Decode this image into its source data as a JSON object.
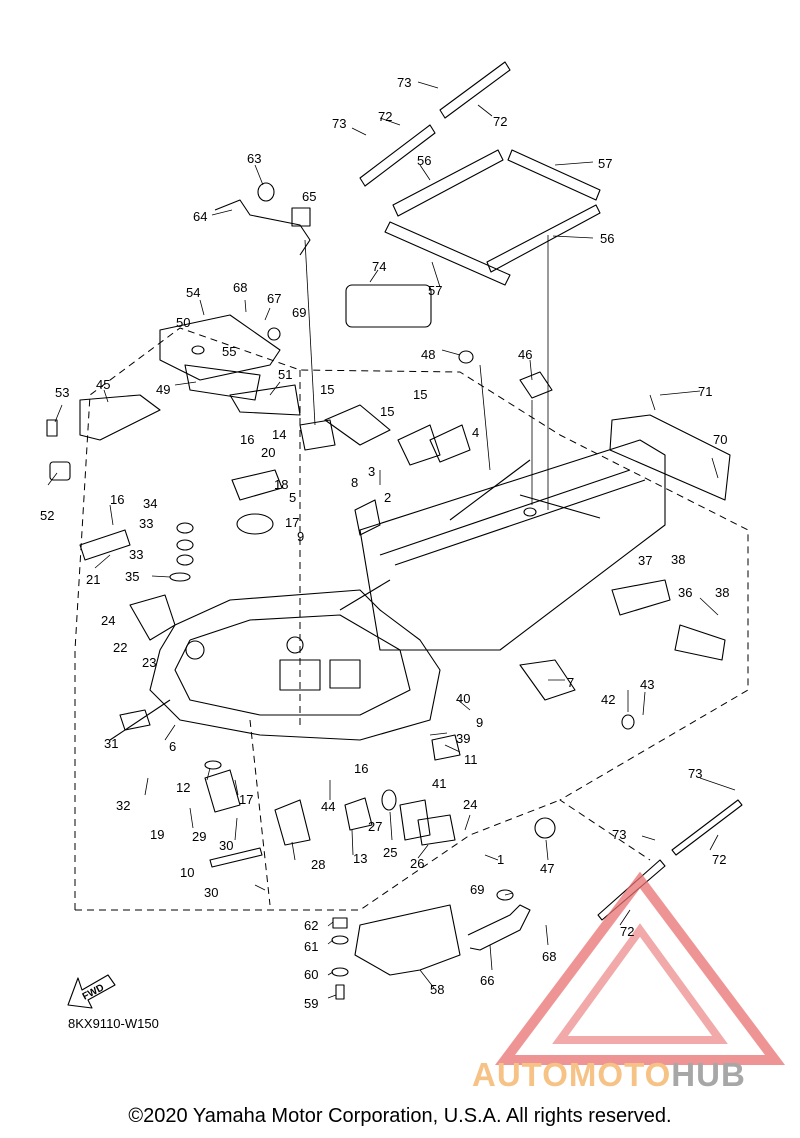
{
  "diagram": {
    "part_code": "8KX9110-W150",
    "fwd_label": "FWD",
    "copyright": "©2020 Yamaha Motor Corporation, U.S.A. All rights reserved.",
    "watermark": {
      "part1": "AUTO",
      "part2": "MOTO",
      "part3": "HUB",
      "colors": {
        "red": "#e87070",
        "orange": "#f6c285",
        "gray": "#a7a7a7"
      }
    },
    "callouts": [
      {
        "id": "73a",
        "label": "73"
      },
      {
        "id": "72a",
        "label": "72"
      },
      {
        "id": "73b",
        "label": "73"
      },
      {
        "id": "72b",
        "label": "72"
      },
      {
        "id": "63",
        "label": "63"
      },
      {
        "id": "56a",
        "label": "56"
      },
      {
        "id": "57a",
        "label": "57"
      },
      {
        "id": "65",
        "label": "65"
      },
      {
        "id": "64",
        "label": "64"
      },
      {
        "id": "56b",
        "label": "56"
      },
      {
        "id": "57b",
        "label": "57"
      },
      {
        "id": "74",
        "label": "74"
      },
      {
        "id": "54",
        "label": "54"
      },
      {
        "id": "68a",
        "label": "68"
      },
      {
        "id": "67",
        "label": "67"
      },
      {
        "id": "69a",
        "label": "69"
      },
      {
        "id": "50",
        "label": "50"
      },
      {
        "id": "55",
        "label": "55"
      },
      {
        "id": "48",
        "label": "48"
      },
      {
        "id": "46",
        "label": "46"
      },
      {
        "id": "53",
        "label": "53"
      },
      {
        "id": "45",
        "label": "45"
      },
      {
        "id": "49",
        "label": "49"
      },
      {
        "id": "51",
        "label": "51"
      },
      {
        "id": "15a",
        "label": "15"
      },
      {
        "id": "15b",
        "label": "15"
      },
      {
        "id": "15c",
        "label": "15"
      },
      {
        "id": "71",
        "label": "71"
      },
      {
        "id": "14",
        "label": "14"
      },
      {
        "id": "4",
        "label": "4"
      },
      {
        "id": "70",
        "label": "70"
      },
      {
        "id": "16a",
        "label": "16"
      },
      {
        "id": "20",
        "label": "20"
      },
      {
        "id": "3",
        "label": "3"
      },
      {
        "id": "2",
        "label": "2"
      },
      {
        "id": "18",
        "label": "18"
      },
      {
        "id": "52",
        "label": "52"
      },
      {
        "id": "8",
        "label": "8"
      },
      {
        "id": "16b",
        "label": "16"
      },
      {
        "id": "5",
        "label": "5"
      },
      {
        "id": "34",
        "label": "34"
      },
      {
        "id": "33a",
        "label": "33"
      },
      {
        "id": "17a",
        "label": "17"
      },
      {
        "id": "9a",
        "label": "9"
      },
      {
        "id": "37",
        "label": "37"
      },
      {
        "id": "38a",
        "label": "38"
      },
      {
        "id": "21",
        "label": "21"
      },
      {
        "id": "33b",
        "label": "33"
      },
      {
        "id": "35",
        "label": "35"
      },
      {
        "id": "36",
        "label": "36"
      },
      {
        "id": "38b",
        "label": "38"
      },
      {
        "id": "24a",
        "label": "24"
      },
      {
        "id": "22",
        "label": "22"
      },
      {
        "id": "23",
        "label": "23"
      },
      {
        "id": "7",
        "label": "7"
      },
      {
        "id": "42",
        "label": "42"
      },
      {
        "id": "43",
        "label": "43"
      },
      {
        "id": "40",
        "label": "40"
      },
      {
        "id": "9b",
        "label": "9"
      },
      {
        "id": "31",
        "label": "31"
      },
      {
        "id": "6",
        "label": "6"
      },
      {
        "id": "39",
        "label": "39"
      },
      {
        "id": "11",
        "label": "11"
      },
      {
        "id": "12",
        "label": "12"
      },
      {
        "id": "16c",
        "label": "16"
      },
      {
        "id": "41",
        "label": "41"
      },
      {
        "id": "32",
        "label": "32"
      },
      {
        "id": "17b",
        "label": "17"
      },
      {
        "id": "73c",
        "label": "73"
      },
      {
        "id": "44",
        "label": "44"
      },
      {
        "id": "24b",
        "label": "24"
      },
      {
        "id": "27",
        "label": "27"
      },
      {
        "id": "19",
        "label": "19"
      },
      {
        "id": "29",
        "label": "29"
      },
      {
        "id": "30a",
        "label": "30"
      },
      {
        "id": "13",
        "label": "13"
      },
      {
        "id": "25",
        "label": "25"
      },
      {
        "id": "26",
        "label": "26"
      },
      {
        "id": "1",
        "label": "1"
      },
      {
        "id": "47",
        "label": "47"
      },
      {
        "id": "73d",
        "label": "73"
      },
      {
        "id": "72c",
        "label": "72"
      },
      {
        "id": "28",
        "label": "28"
      },
      {
        "id": "10",
        "label": "10"
      },
      {
        "id": "30b",
        "label": "30"
      },
      {
        "id": "69b",
        "label": "69"
      },
      {
        "id": "62",
        "label": "62"
      },
      {
        "id": "61",
        "label": "61"
      },
      {
        "id": "68b",
        "label": "68"
      },
      {
        "id": "72d",
        "label": "72"
      },
      {
        "id": "60",
        "label": "60"
      },
      {
        "id": "66",
        "label": "66"
      },
      {
        "id": "58",
        "label": "58"
      },
      {
        "id": "59",
        "label": "59"
      }
    ]
  }
}
